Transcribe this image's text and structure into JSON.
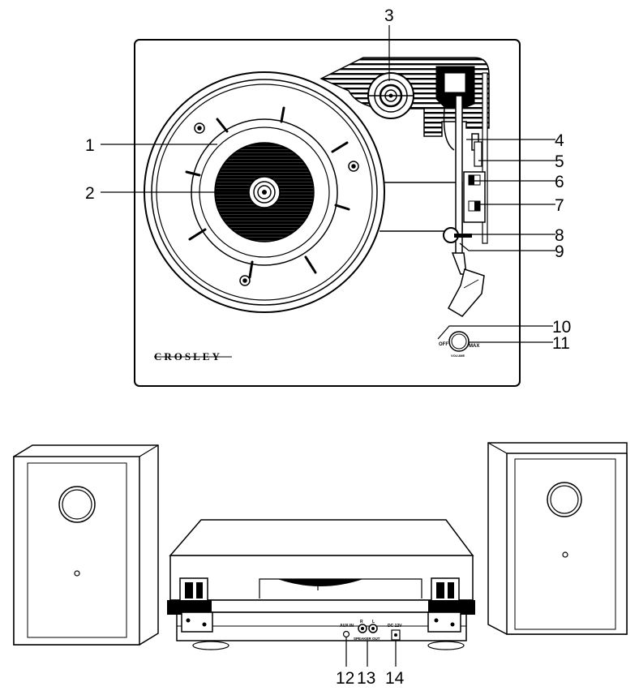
{
  "brand": "CROSLEY",
  "volume_knob": {
    "off_label": "OFF",
    "max_label": "MAX",
    "caption": "VOLUME"
  },
  "rear_panel": {
    "aux_label": "AUX IN",
    "speaker_label": "SPEAKER OUT",
    "right_label": "R",
    "left_label": "L",
    "dc_label": "DC 12V"
  },
  "callouts": [
    "1",
    "2",
    "3",
    "4",
    "5",
    "6",
    "7",
    "8",
    "9",
    "10",
    "11",
    "12",
    "13",
    "14"
  ]
}
